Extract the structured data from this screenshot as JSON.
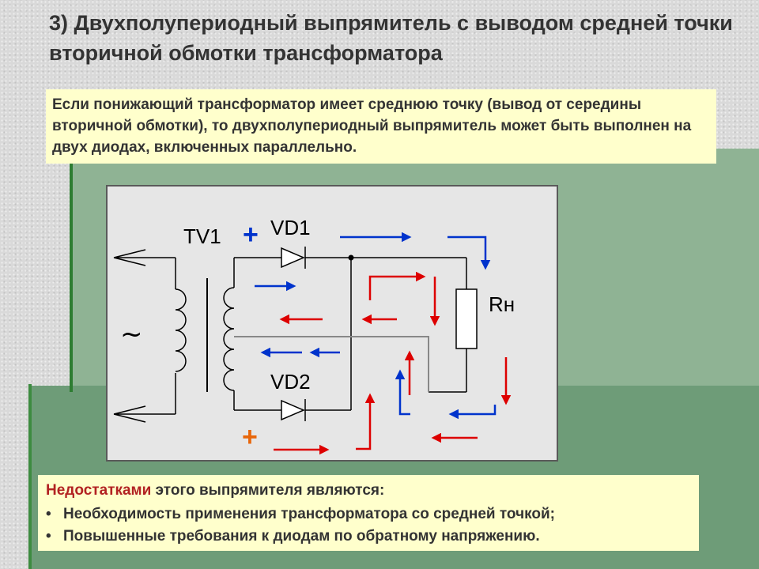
{
  "title": "3) Двухполупериодный выпрямитель с выводом средней точки вторичной обмотки трансформатора",
  "intro": "Если понижающий трансформатор имеет среднюю точку (вывод от середины вторичной обмотки), то двухполупериодный выпрямитель может быть выполнен на двух диодах, включенных параллельно.",
  "diagram": {
    "transformer": "TV1",
    "diode_top": "VD1",
    "diode_bottom": "VD2",
    "load": "Rн",
    "source_symbol": "~",
    "plus_top": "+",
    "plus_bottom": "+"
  },
  "drawbacks": {
    "heading_red": "Недостатками",
    "heading_rest": " этого выпрямителя являются:",
    "bullet_symbol": "•",
    "items": [
      "Необходимость применения трансформатора со средней точкой;",
      "Повышенные требования к диодам по обратному напряжению."
    ]
  },
  "colors": {
    "blue": "#0033cc",
    "red": "#dd0000",
    "wire": "#000000",
    "highlight": "#ffffcc"
  }
}
